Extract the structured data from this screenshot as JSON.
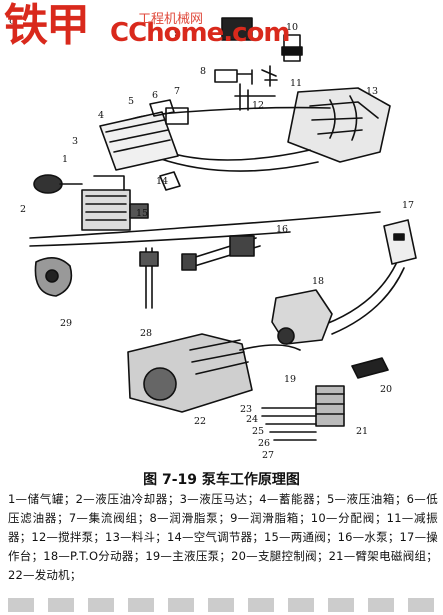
{
  "watermark": {
    "logo": "铁甲",
    "site": "CChome.com",
    "cn_text": "工程机械网"
  },
  "figure": {
    "caption": "图 7-19   泵车工作原理图",
    "legend": "1—储气罐；2—液压油冷却器；3—液压马达；4—蓄能器；5—液压油箱；6—低压滤油器；7—集流阀组；8—润滑脂泵；9—润滑脂箱；10—分配阀；11—减振器；12—搅拌泵；13—料斗；14—空气调节器；15—两通阀；16—水泵；17—操作台；18—P.T.O分动器；19—主液压泵；20—支腿控制阀；21—臂架电磁阀组；22—发动机；",
    "labels": [
      "1",
      "2",
      "3",
      "4",
      "5",
      "6",
      "7",
      "8",
      "9",
      "10",
      "11",
      "12",
      "13",
      "14",
      "15",
      "16",
      "17",
      "18",
      "19",
      "20",
      "21",
      "22",
      "23",
      "24",
      "25",
      "26",
      "27",
      "28",
      "29"
    ]
  },
  "colors": {
    "ink": "#111111",
    "watermark": "#d9291c"
  }
}
